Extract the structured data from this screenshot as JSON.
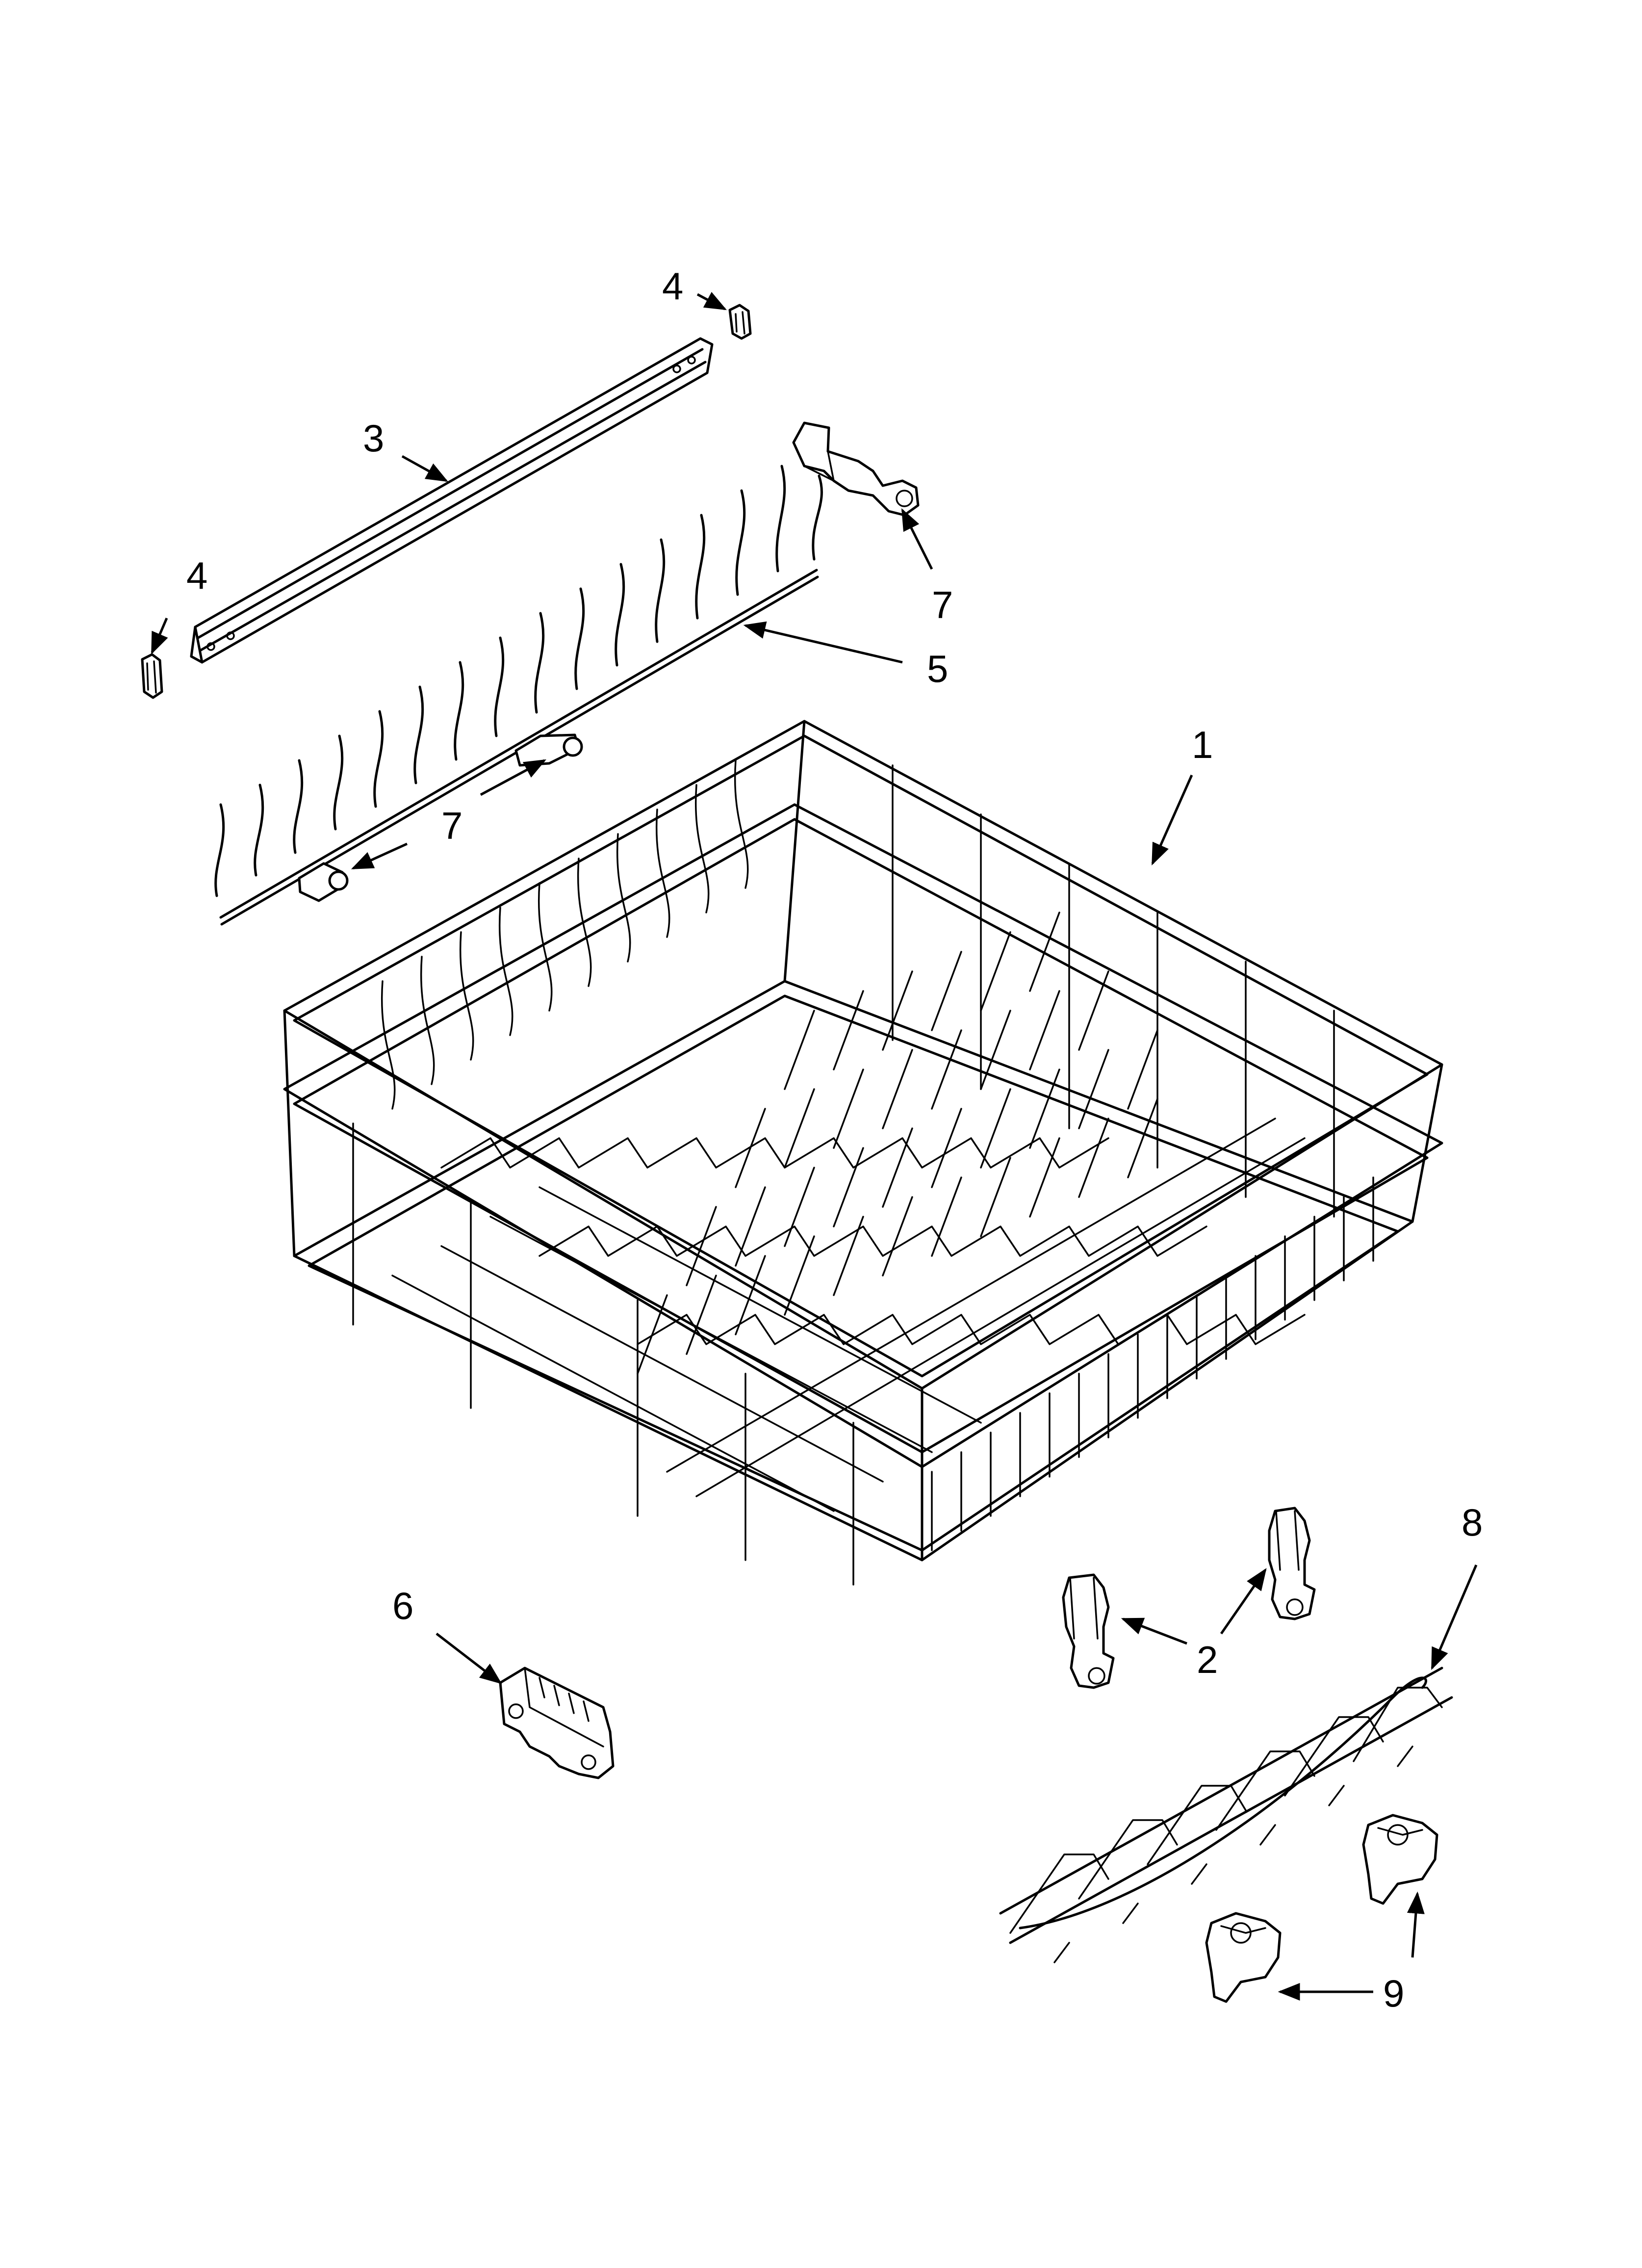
{
  "callouts": [
    {
      "id": "c4a",
      "text": "4"
    },
    {
      "id": "c3",
      "text": "3"
    },
    {
      "id": "c4b",
      "text": "4"
    },
    {
      "id": "c7a",
      "text": "7"
    },
    {
      "id": "c5",
      "text": "5"
    },
    {
      "id": "c1",
      "text": "1"
    },
    {
      "id": "c7b",
      "text": "7"
    },
    {
      "id": "c8",
      "text": "8"
    },
    {
      "id": "c6",
      "text": "6"
    },
    {
      "id": "c2",
      "text": "2"
    },
    {
      "id": "c9",
      "text": "9"
    }
  ]
}
